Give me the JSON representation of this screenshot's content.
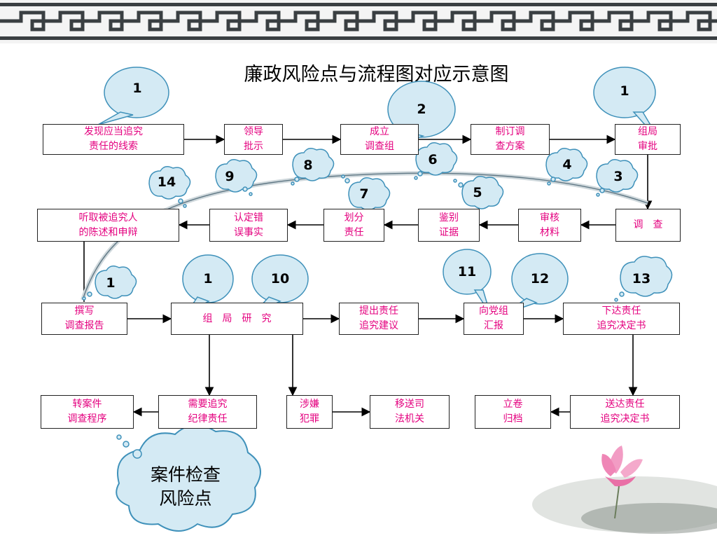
{
  "slide": {
    "title": "廉政风险点与流程图对应示意图"
  },
  "legend": {
    "text": "案件检查\n风险点"
  },
  "boxes": {
    "b01": "发现应当追究\n责任的线索",
    "b02": "领导\n批示",
    "b03": "成立\n调查组",
    "b04": "制订调\n查方案",
    "b05": "组局\n审批",
    "b06": "听取被追究人\n的陈述和申辩",
    "b07": "认定错\n误事实",
    "b08": "划分\n责任",
    "b09": "鉴别\n证据",
    "b10": "审核\n材料",
    "b11": "调　查",
    "b12": "撰写\n调查报告",
    "b13": "组　局　研　究",
    "b14": "提出责任\n追究建议",
    "b15": "向党组\n汇报",
    "b16": "下达责任\n追究决定书",
    "b17": "转案件\n调查程序",
    "b18": "需要追究\n纪律责任",
    "b19": "涉嫌\n犯罪",
    "b20": "移送司\n法机关",
    "b21": "立卷\n归档",
    "b22": "送达责任\n追究决定书"
  },
  "bubbles": {
    "c01": "1",
    "c02": "2",
    "c03": "1",
    "c04": "14",
    "c05": "9",
    "c06": "8",
    "c07": "6",
    "c08": "4",
    "c09": "3",
    "c10": "7",
    "c11": "5",
    "c12": "1",
    "c13": "1",
    "c14": "10",
    "c15": "11",
    "c16": "12",
    "c17": "13"
  },
  "colors": {
    "box_text": "#e4007f",
    "box_border": "#222222",
    "bubble_fill": "#d4eaf4",
    "bubble_stroke": "#3f91ba",
    "legend_fill": "#d4eaf4",
    "banner": "#3a3f42"
  }
}
